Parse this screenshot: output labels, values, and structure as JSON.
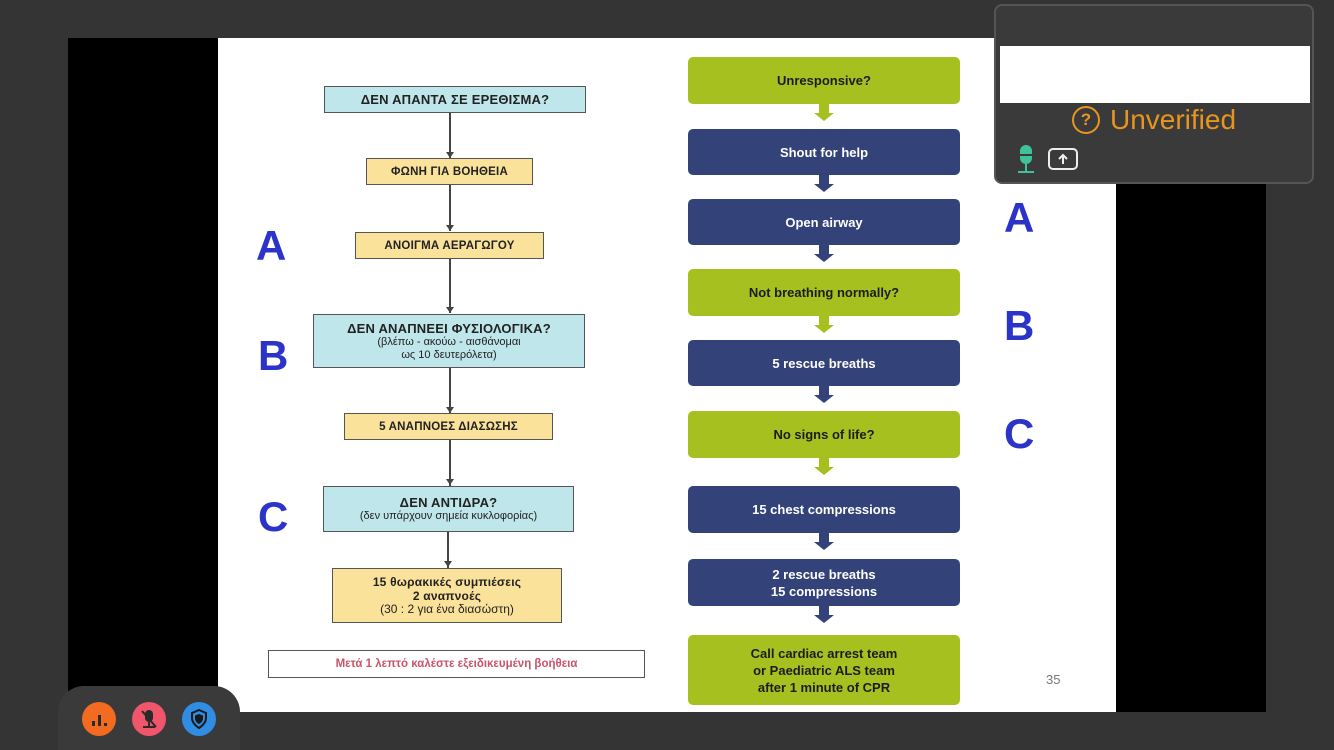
{
  "slide": {
    "left_flow": {
      "steps": [
        {
          "title": "ΔΕΝ ΑΠΑΝΤΑ ΣΕ ΕΡΕΘΙΣΜΑ?",
          "sub": ""
        },
        {
          "title": "ΦΩΝΗ ΓΙΑ ΒΟΗΘΕΙΑ",
          "sub": ""
        },
        {
          "title": "ΑΝΟΙΓΜΑ ΑΕΡΑΓΩΓΟΥ",
          "sub": ""
        },
        {
          "title": "ΔΕΝ ΑΝΑΠΝΕΕΙ ΦΥΣΙΟΛΟΓΙΚΑ?",
          "sub1": "(βλέπω - ακούω - αισθάνομαι",
          "sub2": "ως 10 δευτερόλετα)"
        },
        {
          "title": "5 ΑΝΑΠΝΟΕΣ ΔΙΑΣΩΣΗΣ",
          "sub": ""
        },
        {
          "title": "ΔΕΝ ΑΝΤΙΔΡΑ?",
          "sub": "(δεν υπάρχουν σημεία κυκλοφορίας)"
        },
        {
          "line1": "15 θωρακικές συμπιέσεις",
          "line2": "2 αναπνοές",
          "line3": "(30 : 2 για ένα διασώστη)"
        }
      ],
      "note": "Μετά 1 λεπτό καλέστε εξειδικευμένη βοήθεια"
    },
    "letters": {
      "a": "A",
      "b": "B",
      "c": "C"
    },
    "right_flow": {
      "steps": [
        {
          "text": "Unresponsive?",
          "color": "#a6c11f"
        },
        {
          "text": "Shout for help",
          "color": "#33437a"
        },
        {
          "text": "Open airway",
          "color": "#33437a"
        },
        {
          "text": "Not breathing normally?",
          "color": "#a6c11f"
        },
        {
          "text": "5 rescue breaths",
          "color": "#33437a"
        },
        {
          "text": "No signs of life?",
          "color": "#a6c11f"
        },
        {
          "text": "15 chest compressions",
          "color": "#33437a"
        },
        {
          "line1": "2 rescue breaths",
          "line2": "15 compressions",
          "color": "#33437a"
        },
        {
          "line1": "Call cardiac arrest team",
          "line2": "or Paediatric ALS team",
          "line3": "after 1 minute of CPR",
          "color": "#a6c11f"
        }
      ]
    },
    "page_number": "35"
  },
  "panel": {
    "status": "Unverified",
    "status_color": "#e8951f",
    "icons": [
      "help-circle-icon",
      "microphone-icon",
      "share-screen-icon"
    ]
  },
  "tray": {
    "buttons": [
      {
        "name": "stats",
        "icon": "bar-chart-icon",
        "color": "#f26b21"
      },
      {
        "name": "mute",
        "icon": "microphone-muted-icon",
        "color": "#f0566b"
      },
      {
        "name": "security",
        "icon": "shield-icon",
        "color": "#2f8de4"
      }
    ]
  }
}
